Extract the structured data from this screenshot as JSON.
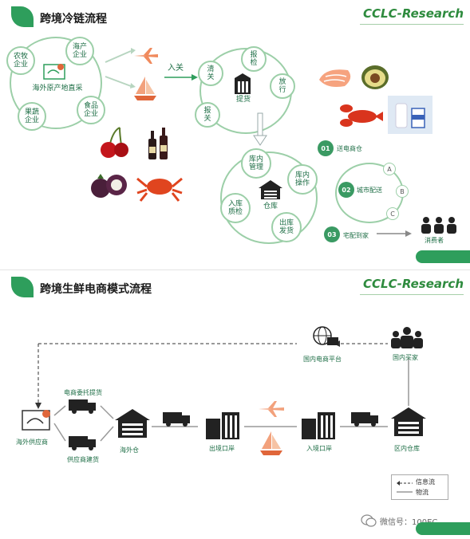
{
  "panel1": {
    "title": "跨境冷链流程",
    "brand": "CCLC-Research",
    "sources": {
      "farm": "农牧\n企业",
      "seafood": "海产\n企业",
      "center": "海外原产地直采",
      "fruitveg": "果蔬\n企业",
      "food": "食品\n企业"
    },
    "entry_label": "入关",
    "customs": {
      "clearance": "清\n关",
      "declare": "报\n检",
      "release": "放\n行",
      "report": "报\n关",
      "pickup": "提货"
    },
    "warehouse": {
      "mgmt": "库内\n管理",
      "ops": "库内\n操作",
      "inspect": "入库\n质检",
      "ship": "出库\n发货",
      "center": "仓库"
    },
    "delivery": [
      {
        "num": "01",
        "label": "送电商仓"
      },
      {
        "num": "02",
        "label": "城市配送"
      },
      {
        "num": "03",
        "label": "宅配到家"
      }
    ],
    "routes": [
      "A",
      "B",
      "C"
    ],
    "consumer": "消费者"
  },
  "panel2": {
    "title": "跨境生鲜电商模式流程",
    "brand": "CCLC-Research",
    "nodes": {
      "supplier": "海外供应商",
      "ecom_pick": "电商委托提货",
      "supplier_ship": "供应商建货",
      "overseas_wh": "海外仓",
      "exit_port": "出境口岸",
      "entry_port": "入境口岸",
      "zone_wh": "区内仓库",
      "platform": "国内电商平台",
      "buyer": "国内买家"
    },
    "legend": {
      "info": "信息流",
      "logistics": "物流"
    },
    "wechat": "微信号：100EC"
  },
  "colors": {
    "green": "#2e9e5c",
    "dark_green": "#1e6e46",
    "light_green": "#9ccfa8",
    "brand": "#2e8b3e"
  }
}
